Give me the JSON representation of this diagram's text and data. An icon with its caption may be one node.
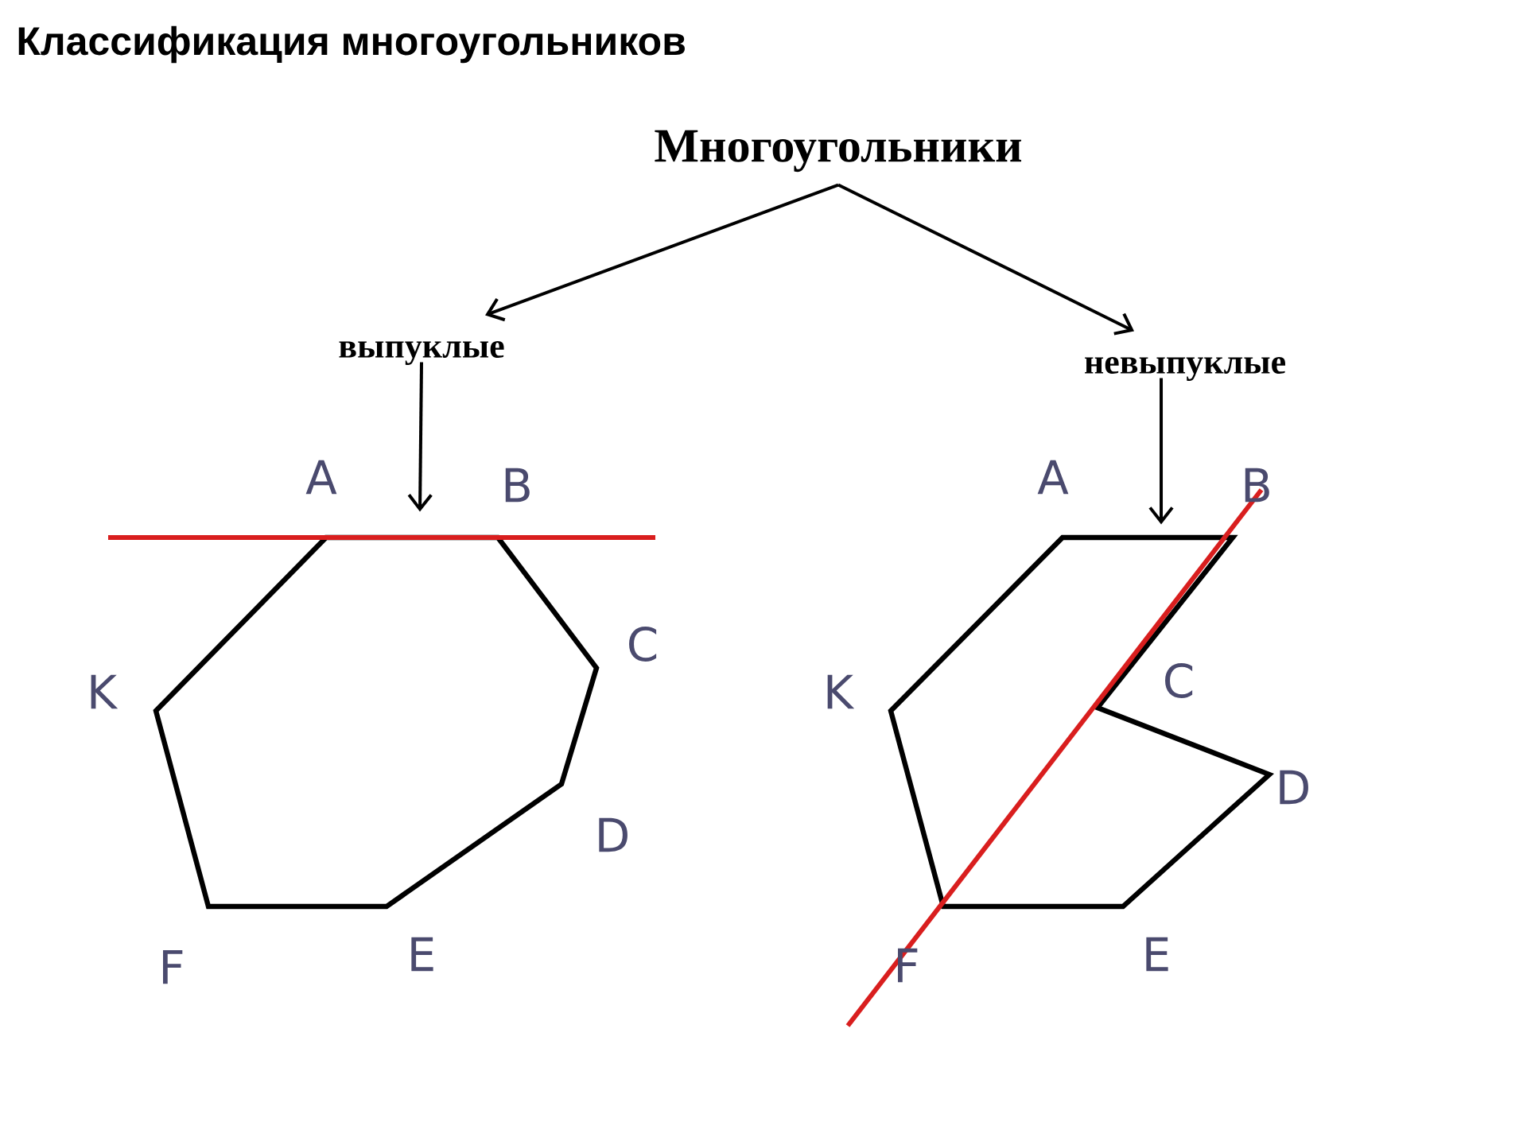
{
  "diagram": {
    "title": "Классификация многоугольников",
    "nodes": [
      {
        "text": [
          "Многоугольники"
        ]
      },
      {
        "text": [
          "выпуклые"
        ]
      },
      {
        "text": [
          "невыпуклые"
        ]
      },
      {
        "text": [],
        "shape": "polygon",
        "beside": [
          "A",
          "B",
          "C",
          "D",
          "E",
          "F",
          "K"
        ]
      },
      {
        "text": [],
        "shape": "polygon",
        "beside": [
          "A",
          "B",
          "C",
          "D",
          "E",
          "F",
          "K"
        ]
      }
    ],
    "edges": [
      {
        "from": 0,
        "to": 1,
        "arrow": "to"
      },
      {
        "from": 0,
        "to": 2,
        "arrow": "to"
      },
      {
        "from": 1,
        "to": 3,
        "arrow": "to"
      },
      {
        "from": 2,
        "to": 4,
        "arrow": "to"
      }
    ]
  }
}
